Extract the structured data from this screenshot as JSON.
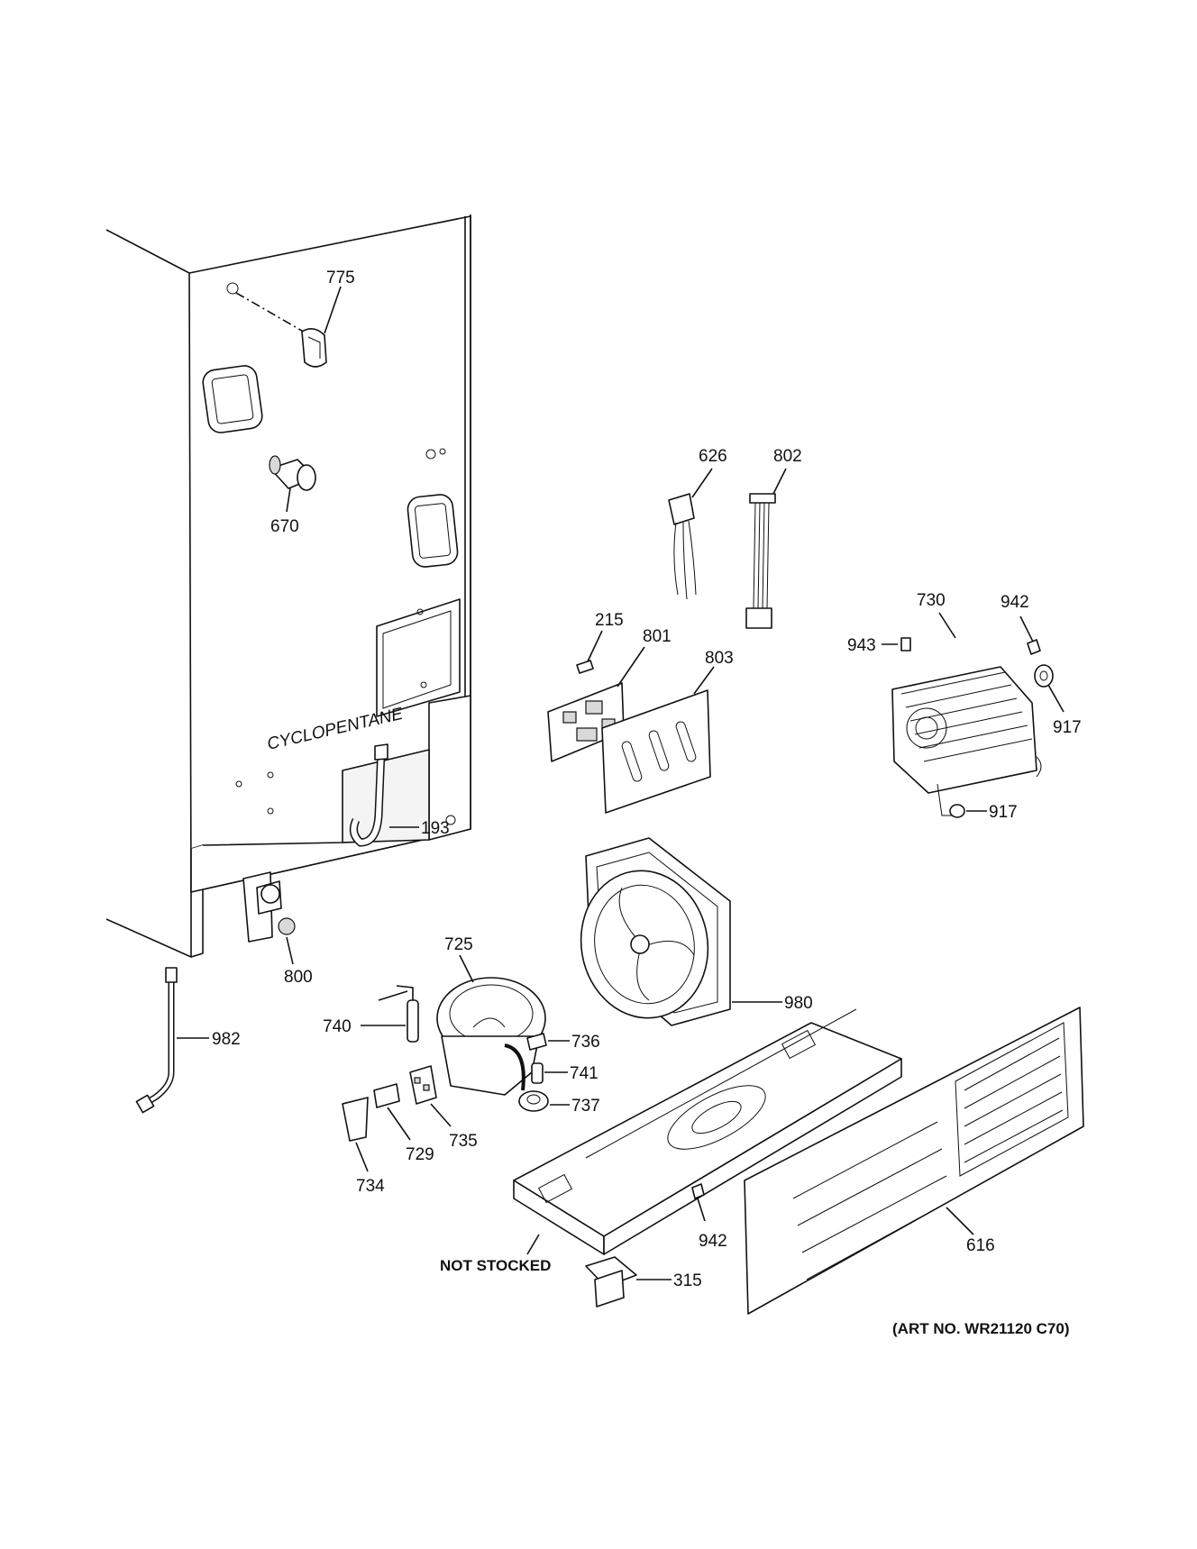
{
  "cabinet_text": "CYCLOPENTANE",
  "callouts": {
    "c775": "775",
    "c670": "670",
    "c193": "193",
    "c800": "800",
    "c982": "982",
    "c626": "626",
    "c802": "802",
    "c215": "215",
    "c801": "801",
    "c803": "803",
    "c730": "730",
    "c942a": "942",
    "c943": "943",
    "c917a": "917",
    "c917b": "917",
    "c725": "725",
    "c740": "740",
    "c736": "736",
    "c741": "741",
    "c737": "737",
    "c735": "735",
    "c729": "729",
    "c734": "734",
    "c980": "980",
    "c942b": "942",
    "c616": "616",
    "c315": "315"
  },
  "not_stocked": "NOT STOCKED",
  "art_no": "(ART NO. WR21120 C70)"
}
